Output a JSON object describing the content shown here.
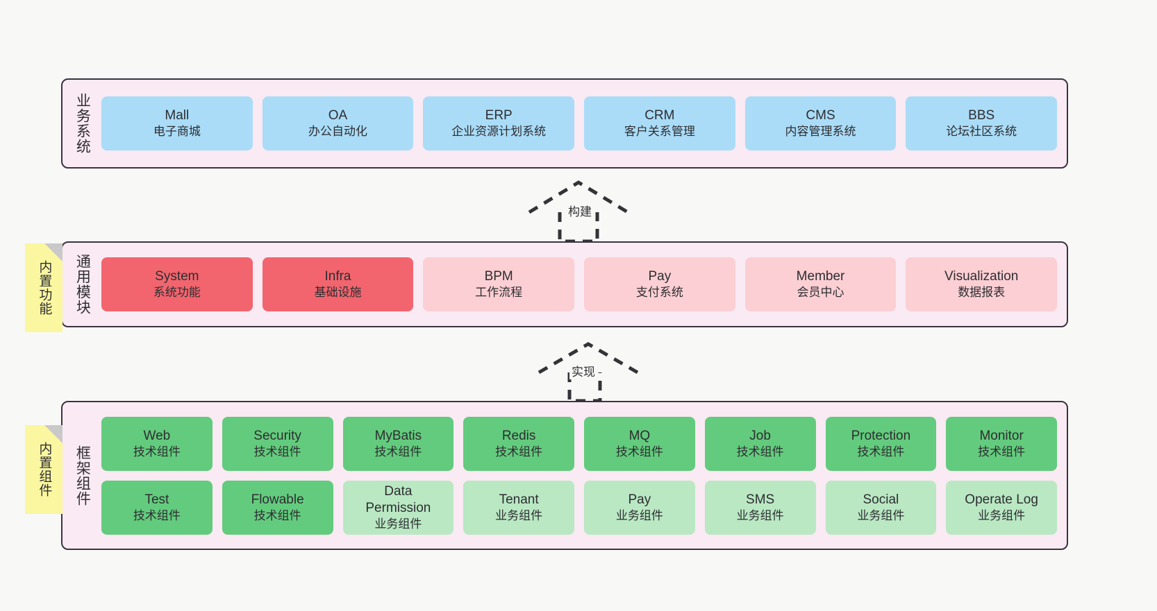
{
  "diagram": {
    "background_color": "#f8f8f6",
    "panel_color": "#f9eaf3",
    "border_color": "#3a3340"
  },
  "layers": [
    {
      "id": "business-system",
      "title": "业务系统",
      "rows": [
        [
          {
            "name": "Mall",
            "desc": "电子商城",
            "color": "#aadcf7",
            "style": "c-blue"
          },
          {
            "name": "OA",
            "desc": "办公自动化",
            "color": "#aadcf7",
            "style": "c-blue"
          },
          {
            "name": "ERP",
            "desc": "企业资源计划系统",
            "color": "#aadcf7",
            "style": "c-blue"
          },
          {
            "name": "CRM",
            "desc": "客户关系管理",
            "color": "#aadcf7",
            "style": "c-blue"
          },
          {
            "name": "CMS",
            "desc": "内容管理系统",
            "color": "#aadcf7",
            "style": "c-blue"
          },
          {
            "name": "BBS",
            "desc": "论坛社区系统",
            "color": "#aadcf7",
            "style": "c-blue"
          }
        ]
      ]
    },
    {
      "id": "common-module",
      "title": "通用模块",
      "note": "内置功能",
      "rows": [
        [
          {
            "name": "System",
            "desc": "系统功能",
            "color": "#f2656e",
            "style": "c-red"
          },
          {
            "name": "Infra",
            "desc": "基础设施",
            "color": "#f2656e",
            "style": "c-red"
          },
          {
            "name": "BPM",
            "desc": "工作流程",
            "color": "#fbcfd3",
            "style": "c-pink"
          },
          {
            "name": "Pay",
            "desc": "支付系统",
            "color": "#fbcfd3",
            "style": "c-pink"
          },
          {
            "name": "Member",
            "desc": "会员中心",
            "color": "#fbcfd3",
            "style": "c-pink"
          },
          {
            "name": "Visualization",
            "desc": "数据报表",
            "color": "#fbcfd3",
            "style": "c-pink"
          }
        ]
      ]
    },
    {
      "id": "framework-component",
      "title": "框架组件",
      "note": "内置组件",
      "rows": [
        [
          {
            "name": "Web",
            "desc": "技术组件",
            "color": "#63cb7d",
            "style": "c-green"
          },
          {
            "name": "Security",
            "desc": "技术组件",
            "color": "#63cb7d",
            "style": "c-green"
          },
          {
            "name": "MyBatis",
            "desc": "技术组件",
            "color": "#63cb7d",
            "style": "c-green"
          },
          {
            "name": "Redis",
            "desc": "技术组件",
            "color": "#63cb7d",
            "style": "c-green"
          },
          {
            "name": "MQ",
            "desc": "技术组件",
            "color": "#63cb7d",
            "style": "c-green"
          },
          {
            "name": "Job",
            "desc": "技术组件",
            "color": "#63cb7d",
            "style": "c-green"
          },
          {
            "name": "Protection",
            "desc": "技术组件",
            "color": "#63cb7d",
            "style": "c-green"
          },
          {
            "name": "Monitor",
            "desc": "技术组件",
            "color": "#63cb7d",
            "style": "c-green"
          }
        ],
        [
          {
            "name": "Test",
            "desc": "技术组件",
            "color": "#63cb7d",
            "style": "c-green"
          },
          {
            "name": "Flowable",
            "desc": "技术组件",
            "color": "#63cb7d",
            "style": "c-green"
          },
          {
            "name": "Data",
            "name2": "Permission",
            "desc": "业务组件",
            "color": "#b9e8c3",
            "style": "c-lightgreen"
          },
          {
            "name": "Tenant",
            "desc": "业务组件",
            "color": "#b9e8c3",
            "style": "c-lightgreen"
          },
          {
            "name": "Pay",
            "desc": "业务组件",
            "color": "#b9e8c3",
            "style": "c-lightgreen"
          },
          {
            "name": "SMS",
            "desc": "业务组件",
            "color": "#b9e8c3",
            "style": "c-lightgreen"
          },
          {
            "name": "Social",
            "desc": "业务组件",
            "color": "#b9e8c3",
            "style": "c-lightgreen"
          },
          {
            "name": "Operate Log",
            "desc": "业务组件",
            "color": "#b9e8c3",
            "style": "c-lightgreen"
          }
        ]
      ]
    }
  ],
  "connectors": [
    {
      "id": "build",
      "label": "构建",
      "from": "common-module",
      "to": "business-system"
    },
    {
      "id": "implement",
      "label": "实现",
      "from": "framework-component",
      "to": "common-module"
    }
  ]
}
